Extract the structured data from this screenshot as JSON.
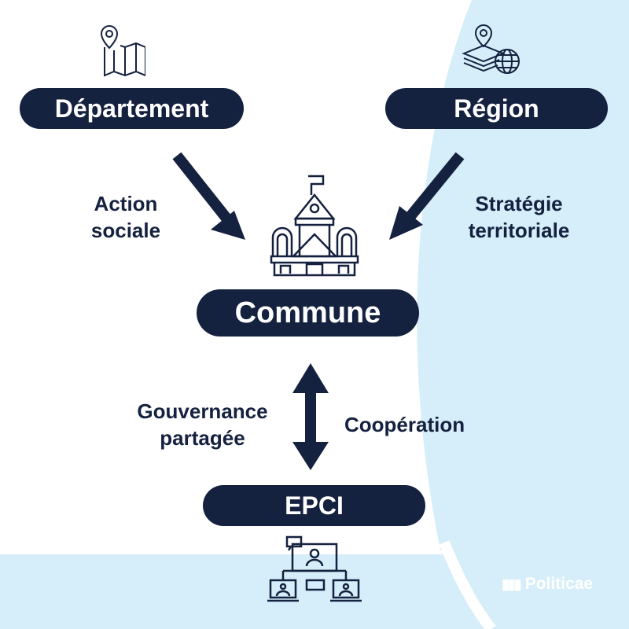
{
  "nodes": {
    "departement": "Département",
    "region": "Région",
    "commune": "Commune",
    "epci": "EPCI"
  },
  "relations": {
    "departement_commune": "Action sociale",
    "region_commune": "Stratégie territoriale",
    "commune_epci_left": "Gouvernance partagée",
    "commune_epci_right": "Coopération"
  },
  "brand": "Politicae",
  "colors": {
    "navy": "#14213f",
    "light_blue": "#d5eefa"
  }
}
